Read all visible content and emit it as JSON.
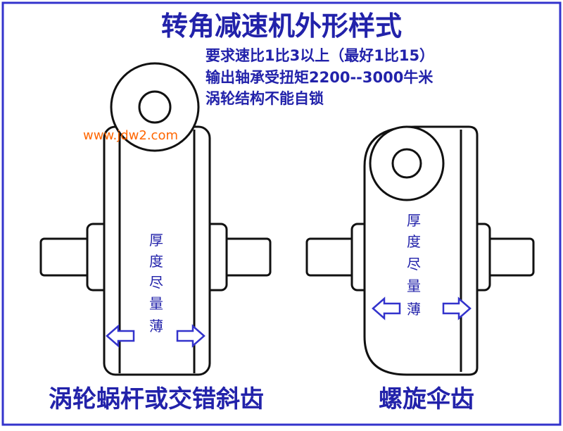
{
  "title": "转角减速机外形样式",
  "requirements": [
    "要求速比1比3以上（最好1比15）",
    "输出轴承受扭矩2200--3000牛米",
    "涡轮结构不能自锁"
  ],
  "watermark": "www.jdw2.com",
  "left_diagram": {
    "thickness_note": [
      "厚",
      "度",
      "尽",
      "量",
      "薄"
    ],
    "caption": "涡轮蜗杆或交错斜齿"
  },
  "right_diagram": {
    "thickness_note": [
      "厚",
      "度",
      "尽",
      "量",
      "薄"
    ],
    "caption": "螺旋伞齿"
  },
  "colors": {
    "border": "#3333cc",
    "text": "#2222aa",
    "outline": "#111111",
    "watermark": "#ff6600"
  }
}
